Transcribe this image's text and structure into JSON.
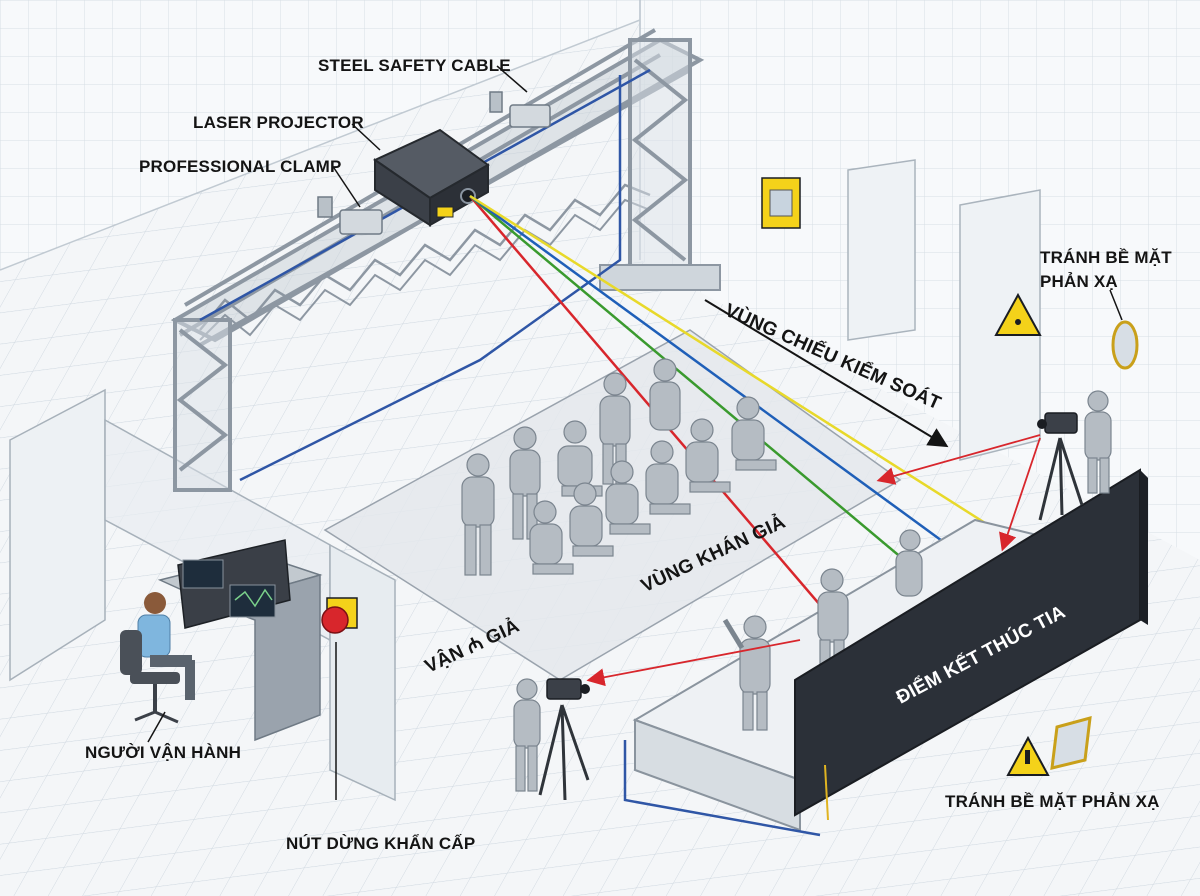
{
  "labels": {
    "steel_safety_cable": "STEEL SAFETY CABLE",
    "laser_projector": "LASER PROJECTOR",
    "professional_clamp": "PROFESSIONAL CLAMP",
    "avoid_reflective_1": "TRÁNH BỀ MẶT",
    "avoid_reflective_2": "PHẢN XẠ",
    "controlled_zone": "VÙNG CHIẾU KIỂM SOÁT",
    "audience_zone": "VÙNG KHÁN GIẢ",
    "audience_zone_partial": "VẬN ₼ GIẢ",
    "beam_termination": "ĐIỂM KẾT THÚC TIA",
    "operator": "NGƯỜI VẬN HÀNH",
    "emergency_stop": "NÚT DỪNG KHẨN CẤP",
    "avoid_reflective_bottom": "TRÁNH BỀ MẶT PHẢN XẠ"
  },
  "colors": {
    "beam_red": "#d8262c",
    "beam_green": "#3a9a2e",
    "beam_blue": "#1f5fb8",
    "beam_yellow": "#e8d92a",
    "warning_yellow": "#f4d21a",
    "termination_wall": "#2b3038",
    "truss": "#9aa3ad",
    "floor_tile_line": "#c9d3dc"
  },
  "icons": [
    "laser-warning-sign",
    "mirror-icon",
    "emergency-stop-button",
    "camera-icon",
    "control-console"
  ]
}
